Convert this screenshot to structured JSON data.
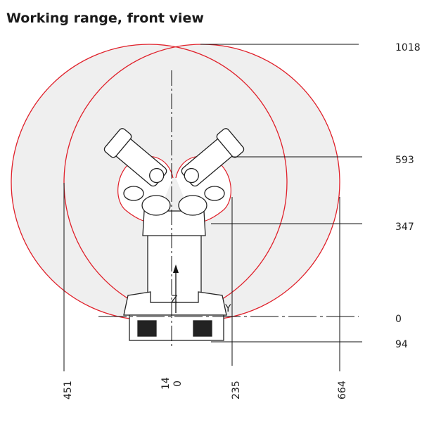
{
  "title": "Working range, front view",
  "dimensions": {
    "right": [
      "1018",
      "593",
      "347",
      "0",
      "94"
    ],
    "bottom": [
      "451",
      "14",
      "0",
      "235",
      "664"
    ]
  },
  "axis_labels": {
    "z": "Z",
    "y": "Y"
  },
  "colors": {
    "range_line": "#e0202a",
    "range_fill": "#efefef",
    "line": "#111111"
  }
}
